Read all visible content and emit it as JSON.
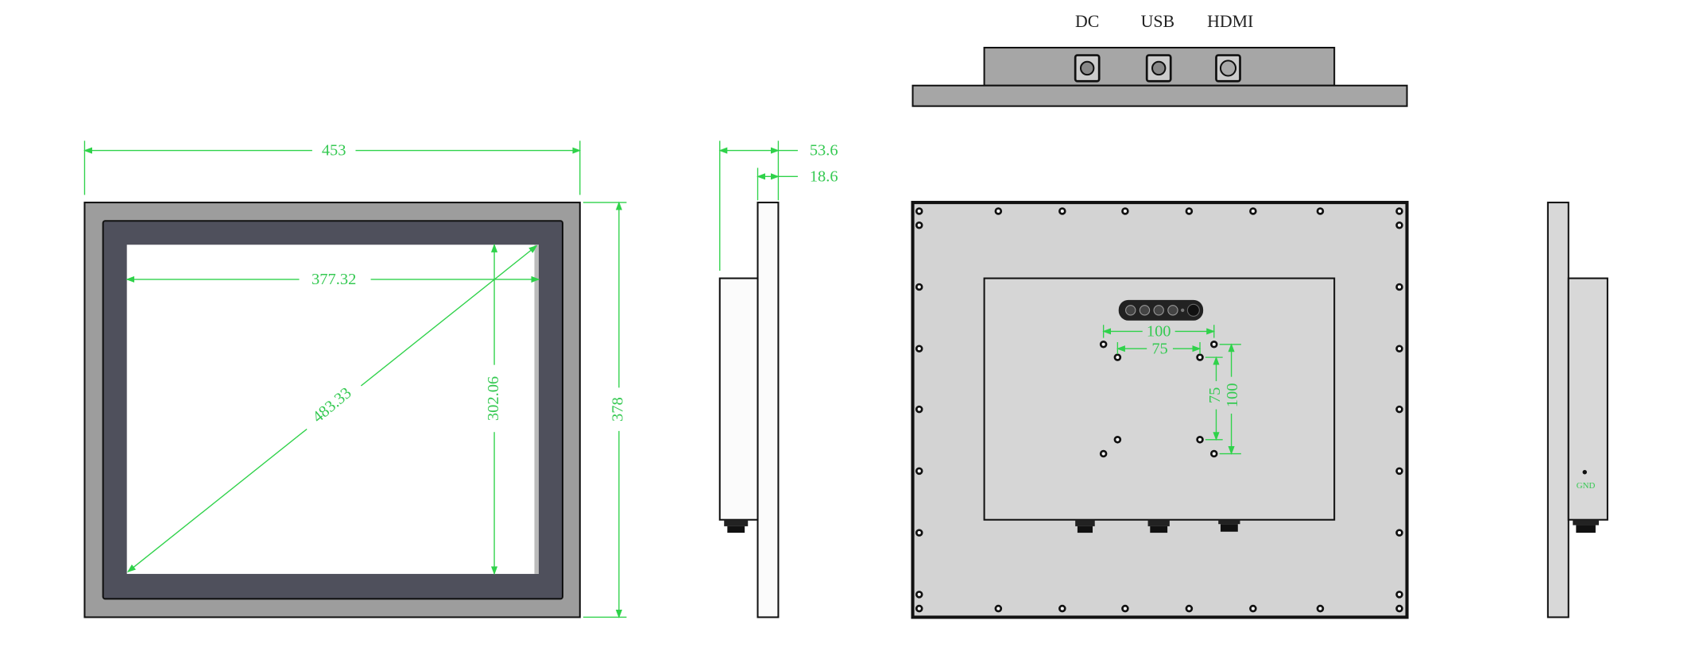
{
  "colors": {
    "dimension": "#2fd24a",
    "frame": "#9d9d9d",
    "bezel": "#4f505c",
    "back_panel": "#d3d3d3",
    "top_panel": "#a6a6a6"
  },
  "front_view": {
    "overall_width": "453",
    "overall_height": "378",
    "screen_width": "377.32",
    "screen_height": "302.06",
    "screen_diagonal": "483.33"
  },
  "side_view": {
    "total_depth": "53.6",
    "panel_depth": "18.6"
  },
  "top_view": {
    "ports": [
      "DC",
      "USB",
      "HDMI"
    ]
  },
  "back_view": {
    "vesa_outer_h": "100",
    "vesa_inner_h": "75",
    "vesa_inner_v": "75",
    "vesa_outer_v": "100"
  },
  "right_side_view": {
    "ground_label": "GND"
  }
}
